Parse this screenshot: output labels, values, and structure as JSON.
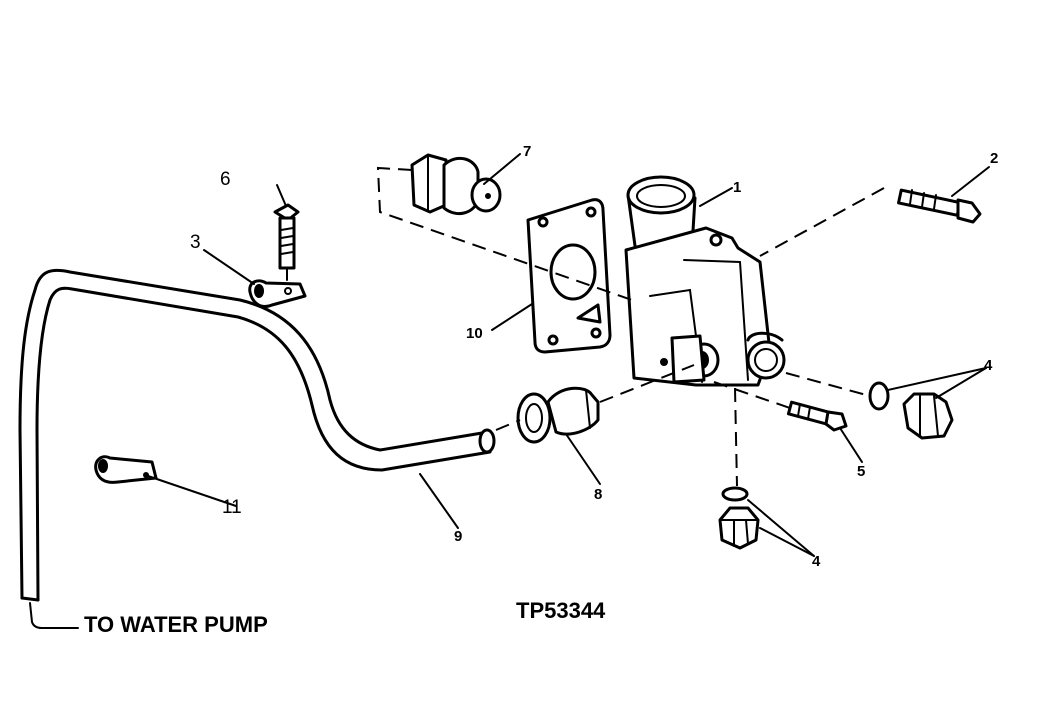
{
  "callouts": {
    "c1": "1",
    "c2": "2",
    "c3": "3",
    "c4a": "4",
    "c4b": "4",
    "c5": "5",
    "c6": "6",
    "c7": "7",
    "c8": "8",
    "c9": "9",
    "c10": "10",
    "c11": "11"
  },
  "labels": {
    "to_water_pump": "TO WATER PUMP",
    "figure_id": "TP53344"
  }
}
